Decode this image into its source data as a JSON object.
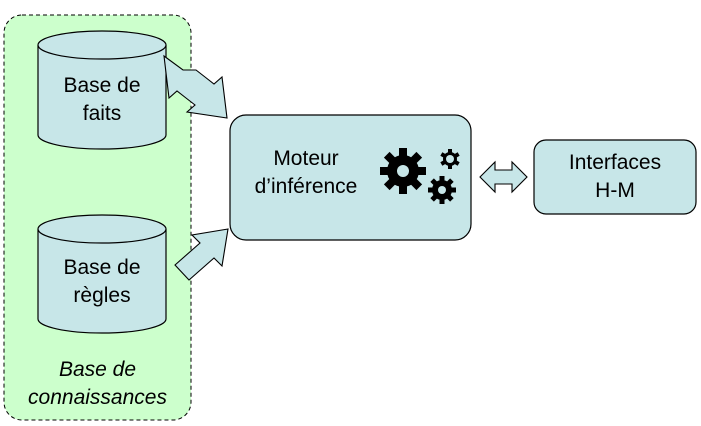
{
  "knowledge_base": {
    "label_line1": "Base de",
    "label_line2": "connaissances",
    "fill": "#ccffcc"
  },
  "facts_base": {
    "line1": "Base de",
    "line2": "faits"
  },
  "rules_base": {
    "line1": "Base de",
    "line2": "règles"
  },
  "engine": {
    "line1": "Moteur",
    "line2": "d’inférence",
    "icon": "gears-icon"
  },
  "interfaces": {
    "line1": "Interfaces",
    "line2": "H-M"
  },
  "colors": {
    "box_fill": "#c7e6e8",
    "stroke": "#000000"
  }
}
